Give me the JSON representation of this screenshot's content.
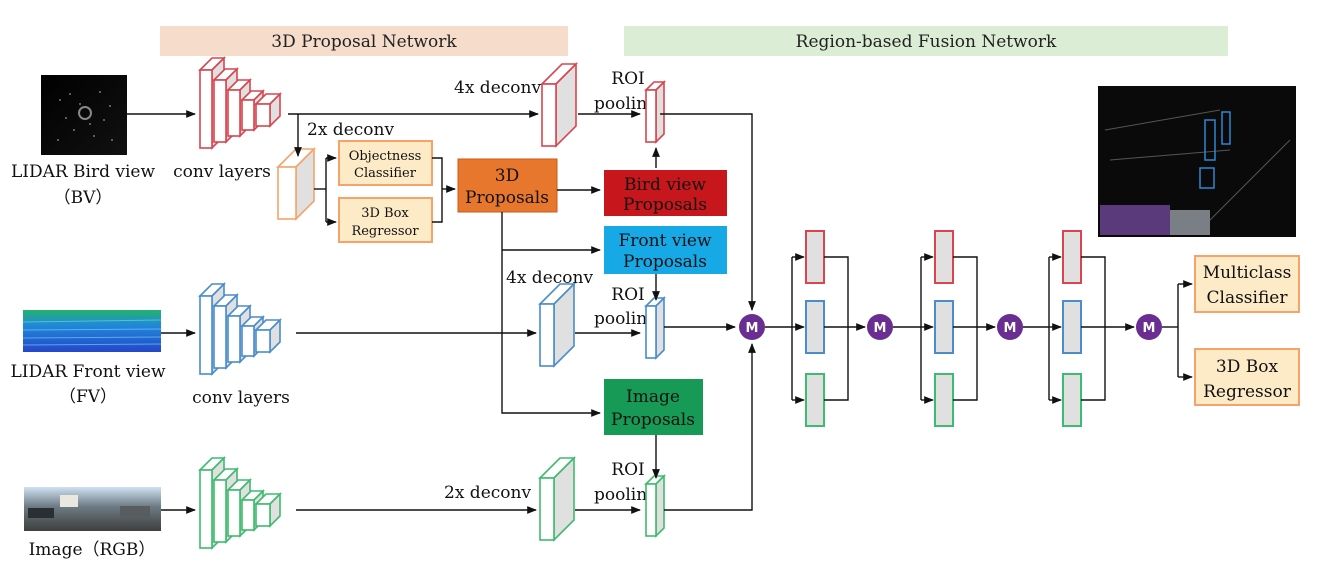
{
  "banners": {
    "proposal": "3D Proposal Network",
    "fusion": "Region-based Fusion Network"
  },
  "inputs": {
    "bv": {
      "line1": "LIDAR Bird view",
      "line2": "（BV）"
    },
    "fv": {
      "line1": "LIDAR Front view",
      "line2": "（FV）"
    },
    "rgb": {
      "line1": "Image（RGB）"
    }
  },
  "labels": {
    "conv_layers": "conv layers",
    "deconv4x": "4x deconv",
    "deconv2x": "2x deconv",
    "roi": "ROI",
    "pooling": "pooling"
  },
  "boxes": {
    "objectness": {
      "line1": "Objectness",
      "line2": "Classifier"
    },
    "box_regressor": {
      "line1": "3D Box",
      "line2": "Regressor"
    },
    "proposals3d": {
      "line1": "3D",
      "line2": "Proposals"
    },
    "bird_view_proposals": {
      "line1": "Bird view",
      "line2": "Proposals"
    },
    "front_view_proposals": {
      "line1": "Front view",
      "line2": "Proposals"
    },
    "image_proposals": {
      "line1": "Image",
      "line2": "Proposals"
    },
    "multiclass_classifier": {
      "line1": "Multiclass",
      "line2": "Classifier"
    },
    "final_box_regressor": {
      "line1": "3D Box",
      "line2": "Regressor"
    }
  },
  "merge_symbol": "M",
  "colors": {
    "bv": "#d9454f",
    "fv": "#4a8ccc",
    "rgb": "#3dbb6e",
    "orange_box": "#f5a36a",
    "peach_fill": "#fdebc8",
    "proposals3d": "#e8772e",
    "bird_view_proposals": "#c8161d",
    "front_view_proposals": "#17a9e6",
    "image_proposals": "#179a55",
    "merge": "#6a2d91",
    "banner_proposal": "#f6dccb",
    "banner_fusion": "#dcedd5",
    "feature_fill": "#e0e0e0"
  }
}
